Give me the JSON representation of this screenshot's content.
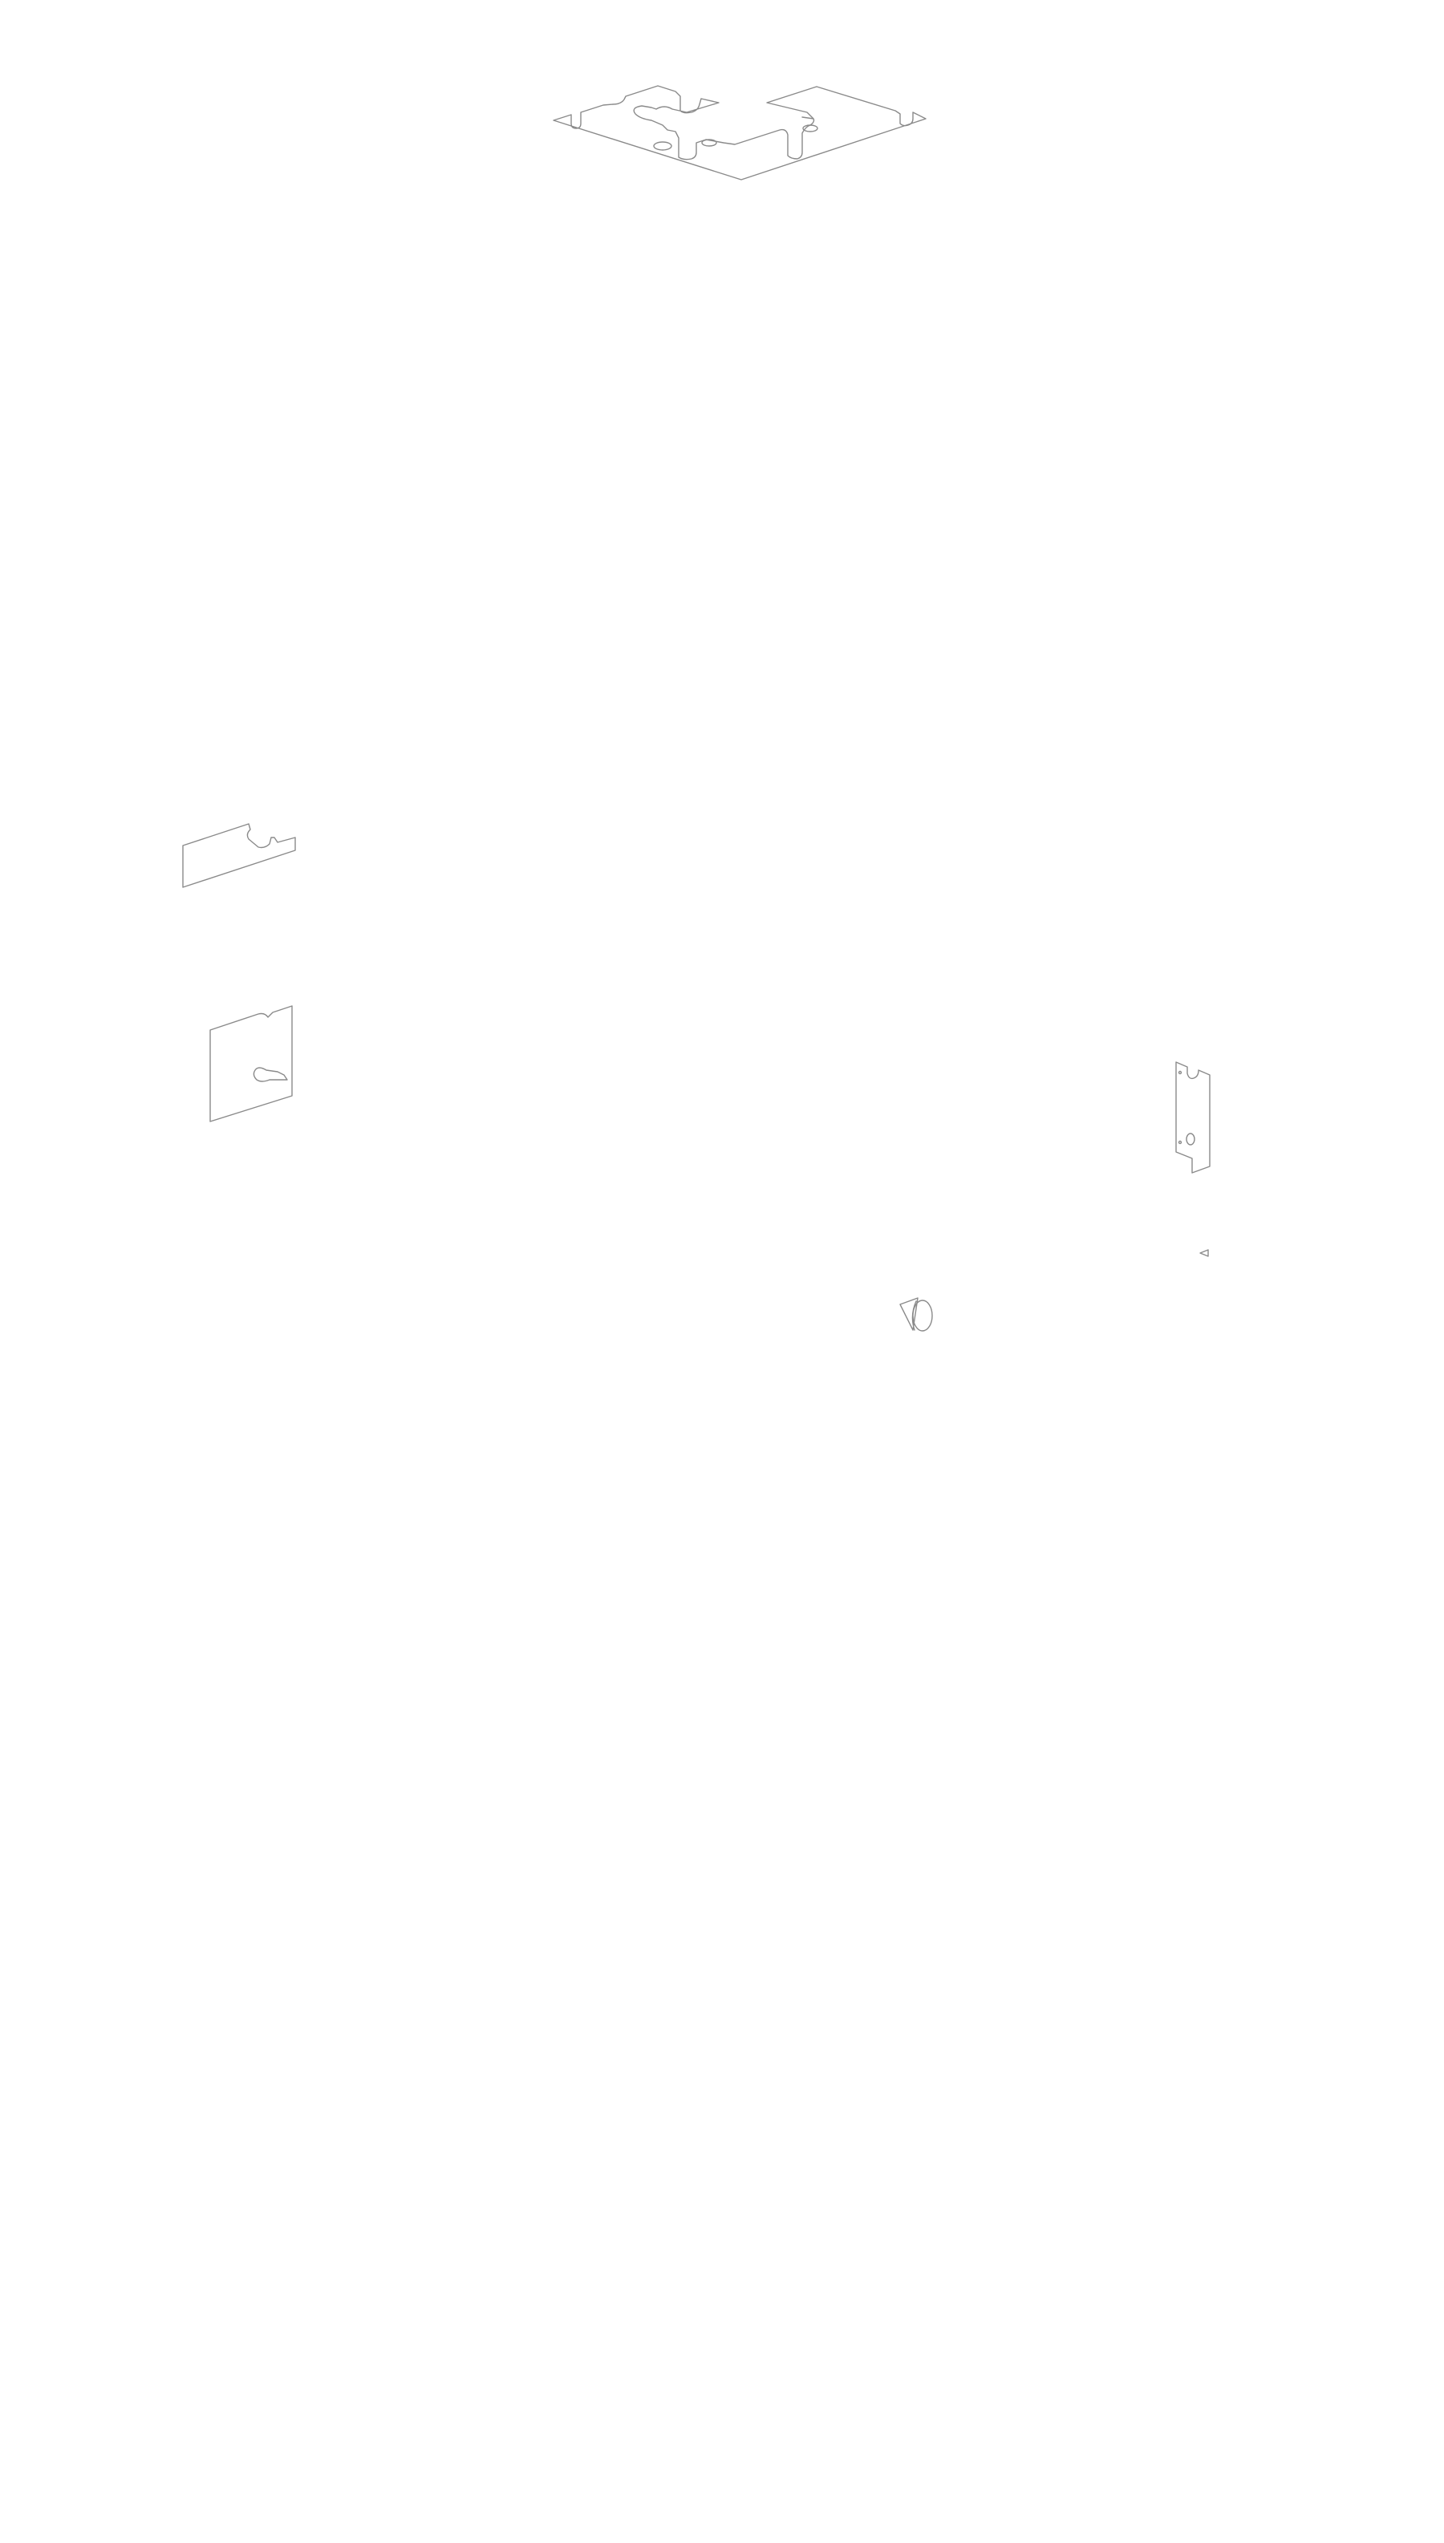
{
  "drawing": {
    "background_color": "#ffffff",
    "line_color": "#8a8a8a",
    "parts": [
      {
        "name": "top-mounting-plate"
      },
      {
        "name": "angled-bracket-with-slot"
      },
      {
        "name": "keyhole-panel"
      },
      {
        "name": "vertical-tab-bracket"
      },
      {
        "name": "small-triangle-marker"
      },
      {
        "name": "round-knob-part"
      }
    ]
  }
}
